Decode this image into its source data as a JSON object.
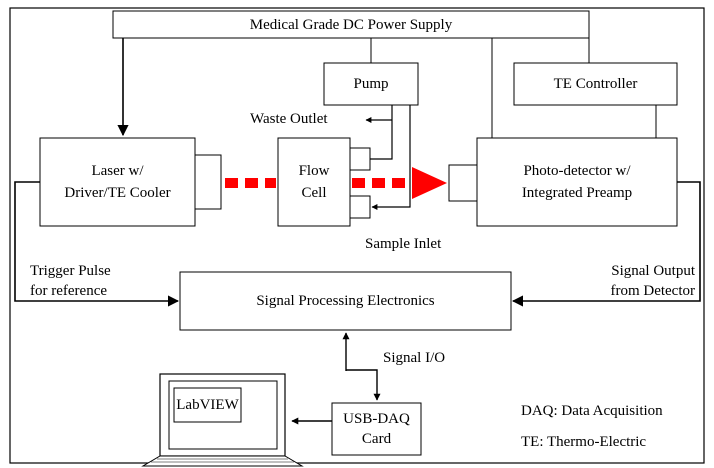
{
  "blocks": {
    "power_supply": "Medical Grade DC Power Supply",
    "pump": "Pump",
    "te_controller": "TE Controller",
    "laser_line1": "Laser w/",
    "laser_line2": "Driver/TE Cooler",
    "flow_cell_line1": "Flow",
    "flow_cell_line2": "Cell",
    "photodetector_line1": "Photo-detector  w/",
    "photodetector_line2": "Integrated Preamp",
    "signal_processing": "Signal Processing Electronics",
    "usb_daq_line1": "USB-DAQ",
    "usb_daq_line2": "Card",
    "labview": "LabVIEW"
  },
  "labels": {
    "waste_outlet": "Waste Outlet",
    "sample_inlet": "Sample Inlet",
    "trigger_line1": "Trigger Pulse",
    "trigger_line2": "for reference",
    "signal_output_line1": "Signal Output",
    "signal_output_line2": "from Detector",
    "signal_io": "Signal I/O"
  },
  "legend": {
    "daq": "DAQ: Data Acquisition",
    "te": "TE: Thermo-Electric"
  },
  "colors": {
    "beam": "#ff0000",
    "lines": "#000000"
  }
}
